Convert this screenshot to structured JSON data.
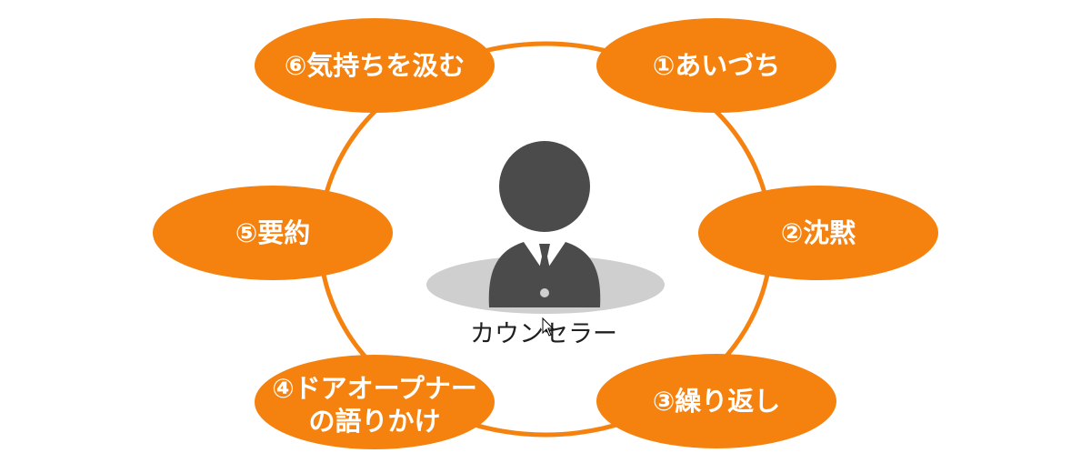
{
  "colors": {
    "accent": "#f5820f",
    "ring": "#f5820f",
    "person": "#4b4b4b",
    "platform": "#cfcfcf",
    "node_text": "#ffffff",
    "center_text": "#1f1f1f"
  },
  "center": {
    "label": "カウンセラー",
    "icon": "person-icon"
  },
  "nodes": [
    {
      "label": "①あいづち"
    },
    {
      "label": "②沈黙"
    },
    {
      "label": "③繰り返し"
    },
    {
      "label": "④ドアオープナー",
      "label2": "の語りかけ"
    },
    {
      "label": "⑤要約"
    },
    {
      "label": "⑥気持ちを汲む"
    }
  ]
}
